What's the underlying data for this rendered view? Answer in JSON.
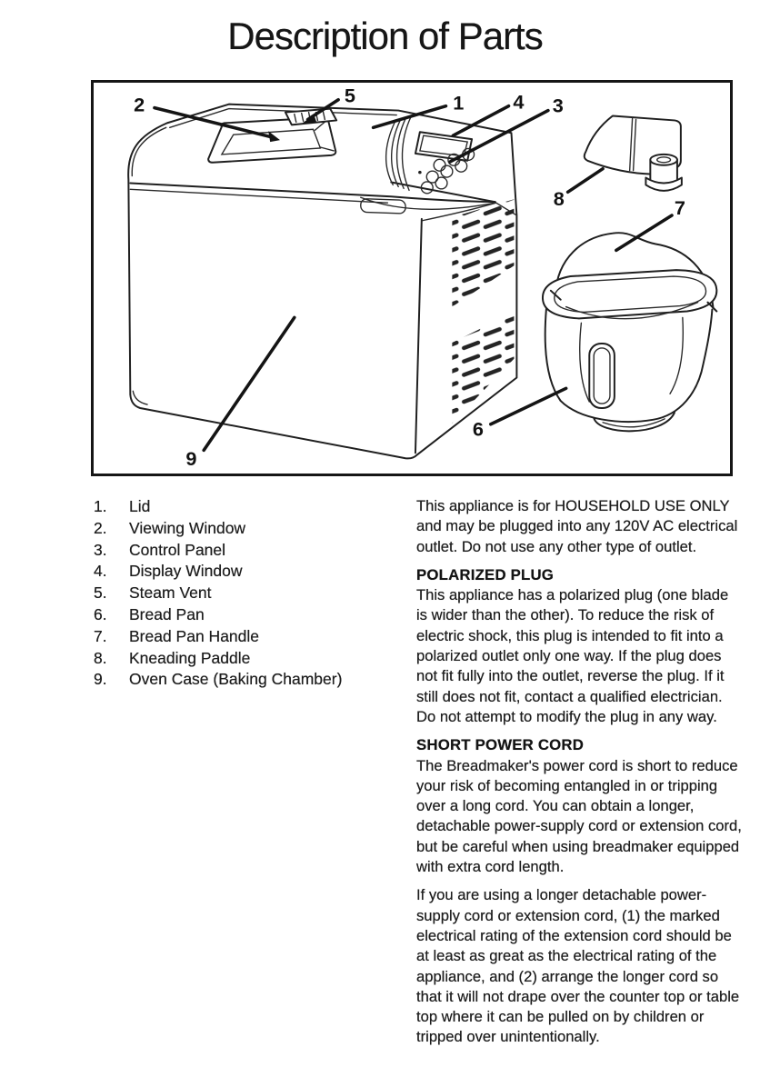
{
  "page": {
    "title": "Description of Parts"
  },
  "diagram": {
    "callouts": [
      {
        "num": "1",
        "label": "Lid"
      },
      {
        "num": "2",
        "label": "Viewing Window"
      },
      {
        "num": "3",
        "label": "Control Panel"
      },
      {
        "num": "4",
        "label": "Display Window"
      },
      {
        "num": "5",
        "label": "Steam Vent"
      },
      {
        "num": "6",
        "label": "Bread Pan"
      },
      {
        "num": "7",
        "label": "Bread Pan Handle"
      },
      {
        "num": "8",
        "label": "Kneading Paddle"
      },
      {
        "num": "9",
        "label": "Oven Case (Baking Chamber)"
      }
    ]
  },
  "parts_list": {
    "items": [
      {
        "num": "1.",
        "label": "Lid"
      },
      {
        "num": "2.",
        "label": "Viewing Window"
      },
      {
        "num": "3.",
        "label": "Control Panel"
      },
      {
        "num": "4.",
        "label": "Display Window"
      },
      {
        "num": "5.",
        "label": "Steam Vent"
      },
      {
        "num": "6.",
        "label": "Bread Pan"
      },
      {
        "num": "7.",
        "label": "Bread Pan Handle"
      },
      {
        "num": "8.",
        "label": "Kneading Paddle"
      },
      {
        "num": "9.",
        "label": "Oven Case (Baking Chamber)"
      }
    ]
  },
  "info": {
    "intro": "This appliance is for HOUSEHOLD USE ONLY and may be plugged into any 120V AC electrical outlet. Do not use any other type of outlet.",
    "sections": [
      {
        "heading": "POLARIZED PLUG",
        "paragraphs": [
          "This appliance has a polarized plug (one blade is wider than the other). To reduce the risk of electric shock, this plug is intended to fit into a polarized outlet only one way. If the plug does not fit fully into the outlet, reverse the plug. If it still does not fit, contact a qualified electrician. Do not attempt to modify the plug in any way."
        ]
      },
      {
        "heading": "SHORT POWER CORD",
        "paragraphs": [
          "The Breadmaker's power cord is short to reduce your risk of becoming entangled in or tripping over a long cord. You can obtain a longer, detachable power-supply cord or extension cord, but be careful when using breadmaker equipped with extra cord length.",
          "If you are using a longer detachable power-supply cord or extension cord, (1) the marked electrical rating of the extension cord should be at least as great as the electrical rating of the appliance, and (2) arrange the longer cord so that it will not drape over the counter top or table top where it can be pulled on by children or tripped over unintentionally."
        ]
      }
    ]
  },
  "colors": {
    "ink": "#1d1d1d",
    "paper": "#ffffff"
  }
}
